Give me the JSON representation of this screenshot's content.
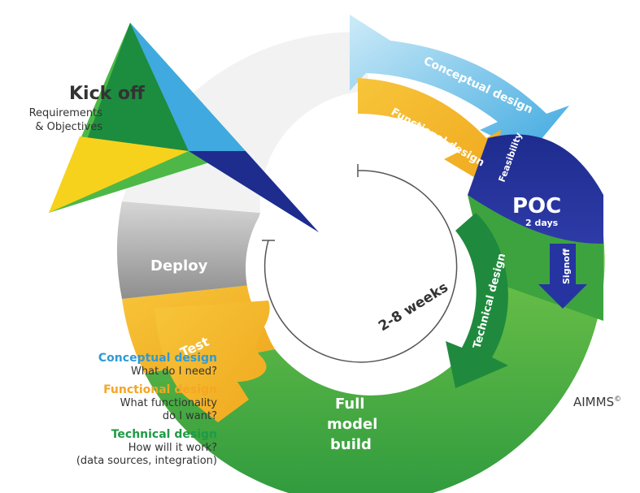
{
  "kickoff": {
    "title": "Kick off",
    "subtitle_line1": "Requirements",
    "subtitle_line2": "& Objectives"
  },
  "arrows": {
    "conceptual": "Conceptual design",
    "functional": "Functional design",
    "feasibility": "Feasibility",
    "poc_title": "POC",
    "poc_sub": "2 days",
    "signoff": "Signoff",
    "technical": "Technical design",
    "deploy": "Deploy",
    "test": "Test",
    "full_model_line1": "Full",
    "full_model_line2": "model",
    "full_model_line3": "build",
    "cycle_duration": "2-8 weeks"
  },
  "legend": {
    "conceptual_title": "Conceptual design",
    "conceptual_desc": "What do I need?",
    "functional_title": "Functional design",
    "functional_desc_1": "What functionality",
    "functional_desc_2": "do I want?",
    "technical_title": "Technical design",
    "technical_desc_1": "How will it work?",
    "technical_desc_2": "(data sources, integration)"
  },
  "credit": {
    "brand": "AIMMS",
    "mark": "©"
  },
  "colors": {
    "green": "#5DBB45",
    "dark_green": "#1F8A3D",
    "yellow": "#F5B92A",
    "light_blue": "#8FD1F0",
    "blue": "#3FA9E0",
    "navy": "#1E2C8E",
    "gray": "#B5B5B5",
    "conceptual_text": "#2E9AD6",
    "functional_text": "#F5A623",
    "technical_text": "#1F9A46"
  }
}
